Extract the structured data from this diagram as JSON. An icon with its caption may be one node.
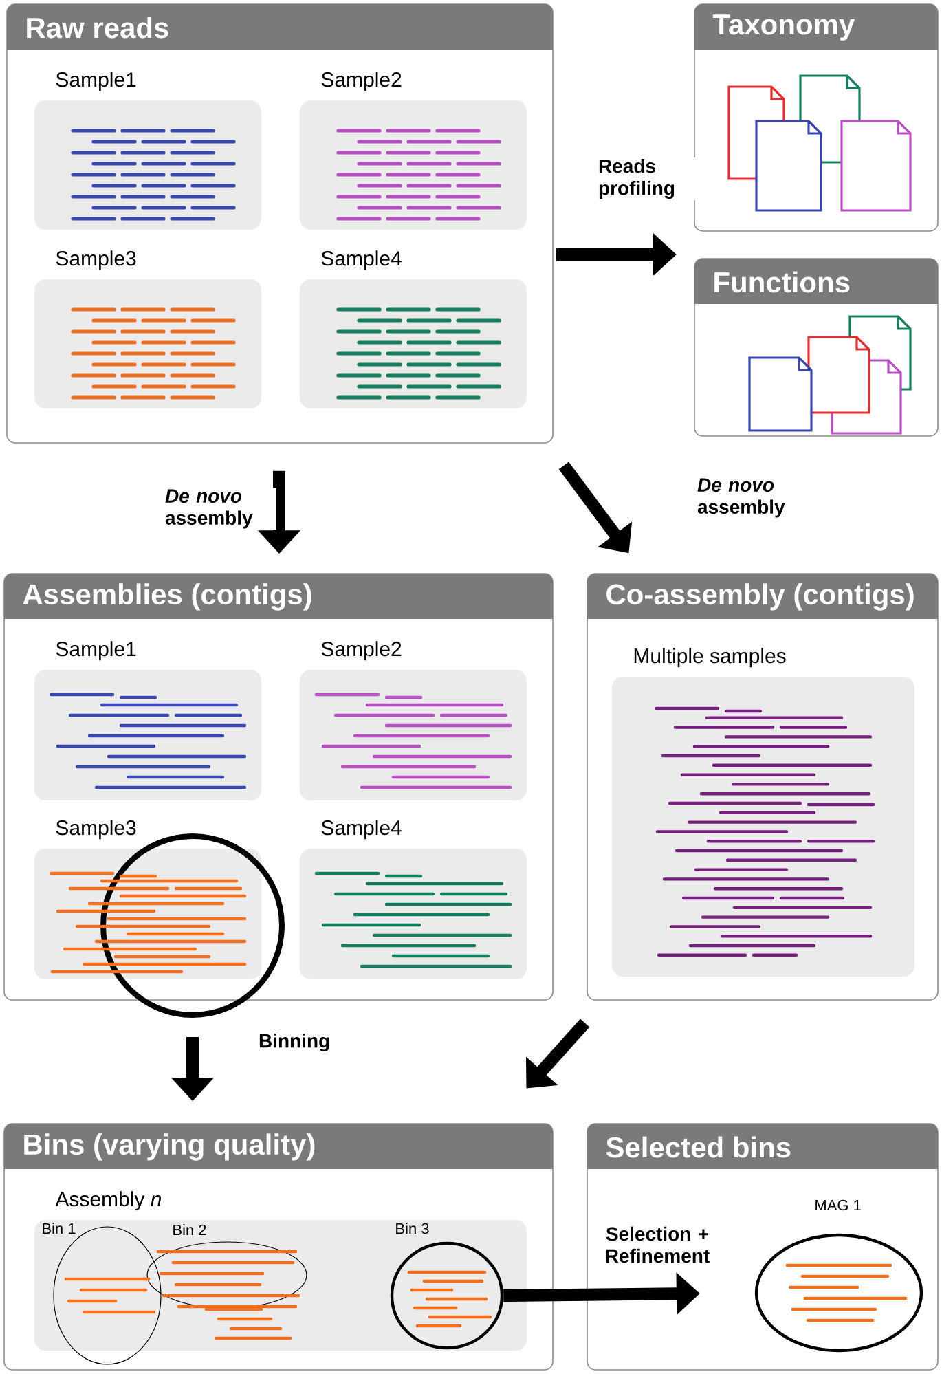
{
  "diagram": {
    "nodes": [
      {
        "text": [
          "Raw reads"
        ]
      },
      {
        "text": [
          "Sample1"
        ],
        "in": 0
      },
      {
        "text": [
          "Sample2"
        ],
        "in": 0
      },
      {
        "text": [
          "Sample3"
        ],
        "in": 0
      },
      {
        "text": [
          "Sample4"
        ],
        "in": 0
      },
      {
        "text": [
          "Taxonomy"
        ]
      },
      {
        "text": [
          "Functions"
        ]
      },
      {
        "text": [
          "Assemblies (contigs)"
        ]
      },
      {
        "text": [
          "Sample1"
        ],
        "in": 7
      },
      {
        "text": [
          "Sample2"
        ],
        "in": 7
      },
      {
        "text": [
          "Sample3"
        ],
        "in": 7
      },
      {
        "text": [
          "Sample4"
        ],
        "in": 7
      },
      {
        "text": [
          "Co-assembly (contigs)"
        ]
      },
      {
        "text": [
          "Multiple samples"
        ],
        "in": 12
      },
      {
        "text": [],
        "shape": "circle"
      },
      {
        "text": [
          "Bins (varying quality)"
        ]
      },
      {
        "text": [
          "Assembly *n*"
        ],
        "in": 15
      },
      {
        "text": [
          "Bin 1"
        ],
        "in": 16
      },
      {
        "text": [
          "Bin 2"
        ],
        "in": 16
      },
      {
        "text": [
          "Bin 3"
        ],
        "in": 16
      },
      {
        "text": [
          "Selected bins"
        ]
      },
      {
        "text": [
          "MAG 1"
        ],
        "in": 20
      }
    ],
    "edges": [
      {
        "from": 0,
        "to": null,
        "arrow": "to",
        "label": "Reads profiling"
      },
      {
        "from": 0,
        "to": 7,
        "arrow": "to",
        "label": "*De novo* assembly"
      },
      {
        "from": 0,
        "to": 12,
        "arrow": "to",
        "label": "*De novo* assembly"
      },
      {
        "from": 14,
        "to": 15,
        "arrow": "to",
        "label": "Binning"
      },
      {
        "from": 12,
        "to": 15,
        "arrow": "to"
      },
      {
        "from": 19,
        "to": 21,
        "arrow": "to",
        "label": "Selection + Refinement"
      }
    ]
  }
}
